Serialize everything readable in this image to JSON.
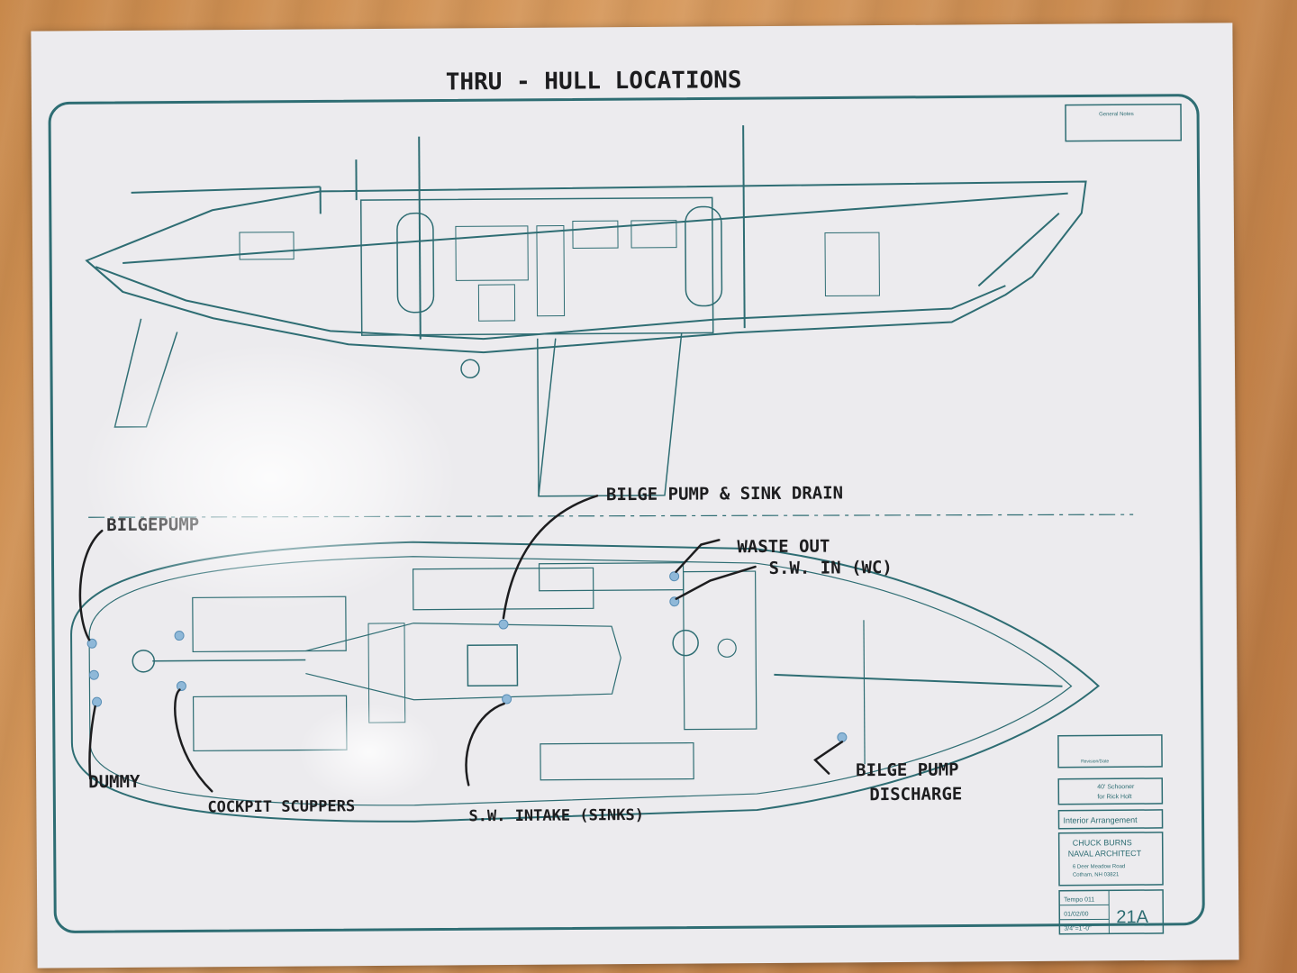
{
  "title": "THRU - HULL LOCATIONS",
  "labels": {
    "bilge_pump_sink_drain": "BILGE PUMP & SINK DRAIN",
    "bilge_pump": "BILGEPUMP",
    "waste_out": "WASTE OUT",
    "sw_in_wc": "S.W. IN (WC)",
    "dummy": "DUMMY",
    "cockpit_scuppers": "COCKPIT SCUPPERS",
    "sw_intake_sinks": "S.W. INTAKE (SINKS)",
    "bilge_pump_discharge_1": "BILGE PUMP",
    "bilge_pump_discharge_2": "DISCHARGE"
  },
  "title_block": {
    "general_notes": "General Notes",
    "revision": "Revision/Date",
    "boat_1": "40' Schooner",
    "boat_2": "for Rick Holt",
    "drawing_name": "Interior Arrangement",
    "architect_1": "CHUCK BURNS",
    "architect_2": "NAVAL ARCHITECT",
    "address_1": "6 Deer Meadow Road",
    "address_2": "Cotham, NH 03821",
    "drawn_by": "Tempo 011",
    "date": "01/02/00",
    "scale": "3/4\"=1'-0\"",
    "sheet": "21A"
  },
  "colors": {
    "line": "#2e6d73",
    "marker": "#8fb8d8",
    "ink": "#1d1d1f"
  }
}
